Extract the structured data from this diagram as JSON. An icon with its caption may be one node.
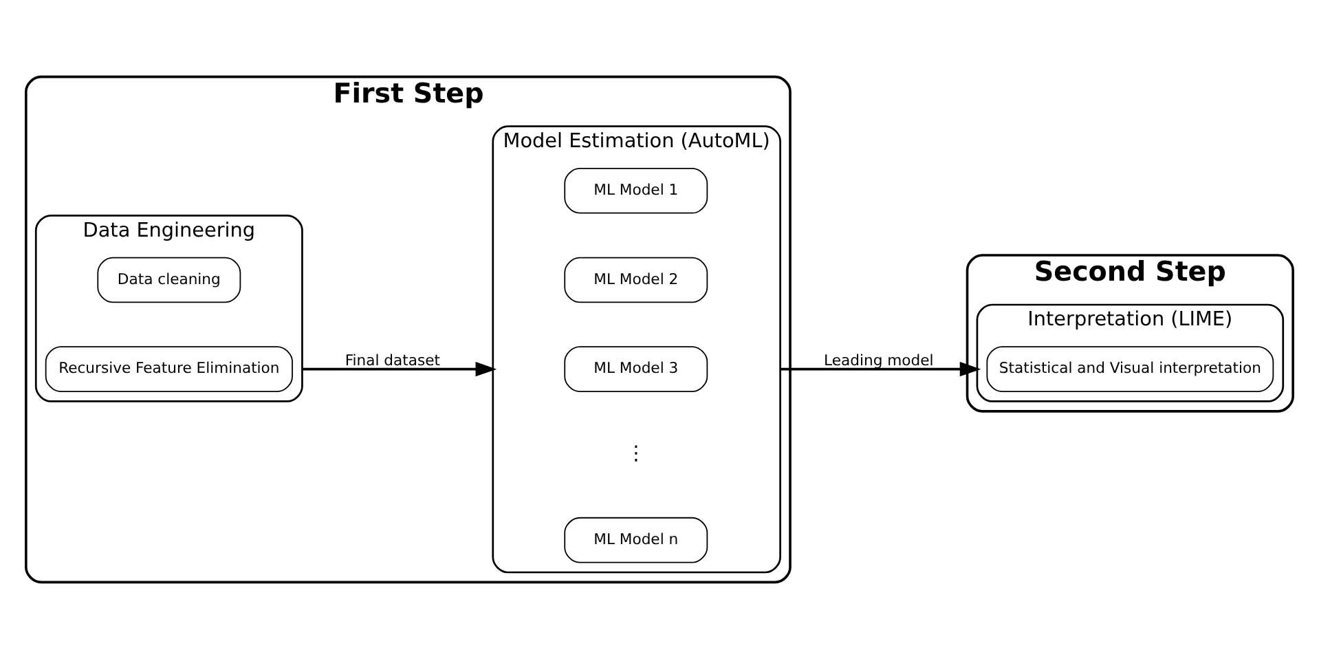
{
  "diagram": {
    "nodes": [
      {
        "text": [
          "First Step"
        ]
      },
      {
        "text": [
          "Data Engineering"
        ],
        "in": 0
      },
      {
        "text": [
          "Data cleaning"
        ],
        "in": 1
      },
      {
        "text": [
          "Recursive Feature Elimination"
        ],
        "in": 1
      },
      {
        "text": [
          "Model Estimation (AutoML)"
        ],
        "in": 0
      },
      {
        "text": [
          "ML Model 1"
        ],
        "in": 4
      },
      {
        "text": [
          "ML Model 2"
        ],
        "in": 4
      },
      {
        "text": [
          "ML Model 3"
        ],
        "in": 4
      },
      {
        "text": [
          "ML Model n"
        ],
        "in": 4
      },
      {
        "text": [
          "Second Step"
        ]
      },
      {
        "text": [
          "Interpretation (LIME)"
        ],
        "in": 9
      },
      {
        "text": [
          "Statistical and Visual interpretation"
        ],
        "in": 10
      }
    ],
    "edges": [
      {
        "from": 1,
        "to": 4,
        "label": "Final dataset",
        "arrow": "to"
      },
      {
        "from": 4,
        "to": 10,
        "label": "Leading model",
        "arrow": "to"
      }
    ],
    "labels": [
      "⋮"
    ]
  }
}
